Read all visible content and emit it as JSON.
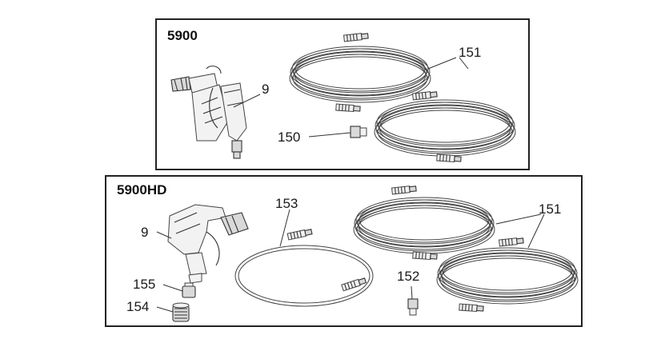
{
  "kits": [
    {
      "title": "5900",
      "callouts": {
        "gun": "9",
        "hose_pair": "151",
        "fitting": "150"
      }
    },
    {
      "title": "5900HD",
      "callouts": {
        "gun": "9",
        "whip_hose": "153",
        "hose_pair": "151",
        "fitting": "152",
        "swivel": "155",
        "adapter": "154"
      }
    }
  ]
}
